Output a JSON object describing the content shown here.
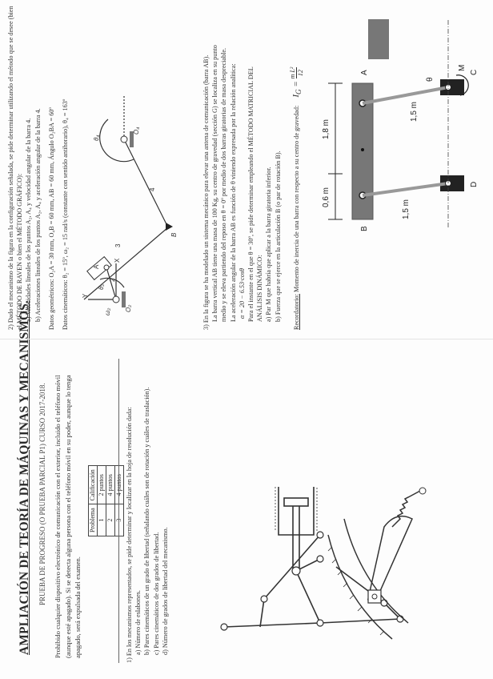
{
  "header": {
    "title": "AMPLIACIÓN DE TEORÍA DE MÁQUINAS Y MECANISMOS.",
    "subtitle": "PRUEBA DE PROGRESO (O PRUEBA PARCIAL P1) CURSO 2017-2018.",
    "rules": "Prohibido cualquier dispositivo electrónico de comunicación con el exterior, incluido el teléfono móvil (aunque esté apagado). Si se detecta alguna persona con el teléfono móvil en su poder, aunque lo tenga apagado, será expulsada del examen."
  },
  "grades_table": {
    "headers": [
      "Problema",
      "Calificación"
    ],
    "rows": [
      [
        "1",
        "2 puntos"
      ],
      [
        "2",
        "4 puntos"
      ],
      [
        "3",
        "4 puntos"
      ]
    ]
  },
  "problem1": {
    "number": "1)",
    "statement": "En los mecanismos representados, se pide determinar y localizar en la hoja de resolución dada:",
    "items": [
      "a)  Número de eslabones.",
      "b)  Pares cinemáticos de un grado de libertad (señalando cuáles son de rotación y cuáles de traslación).",
      "c)  Pares cinemáticos de dos grados de libertad.",
      "d)  Número de grados de libertad del mecanismo."
    ]
  },
  "problem2": {
    "number": "2)",
    "statement": "Dado el mecanismo de la figura en la configuración señalada, se pide determinar utilizando el método que se desee (bien el MÉTODO DE RAVEN o bien el MÉTODO GRÁFICO):",
    "items": [
      "a)  Velocidades lineales de los puntos A₂, A₄ y velocidad angular de la barra 4.",
      "b)  Aceleraciones lineales de los puntos A₂, A₄ y aceleración angular de la barra 4."
    ],
    "geometric_data": "Datos geométricos:  O₂A = 30 mm,   O₄B = 60 mm,   AB = 60 mm,   Ángulo O₂BA = 60º",
    "kinematic_data": "Datos cinemáticos:  θ₂ = 15º,    ω₂ = 15 rad/s  (constante con sentido antihorario),   θ₄ = 163º",
    "figure_labels": {
      "Y": "Y",
      "X": "X",
      "theta2": "θ₂",
      "omega2": "ω₂",
      "O2": "O₂",
      "A": "A",
      "B": "B",
      "O4": "O₄",
      "theta4": "θ₄",
      "link2": "2",
      "link3": "3",
      "link4": "4"
    }
  },
  "problem3": {
    "number": "3)",
    "lines": [
      "En la figura se ha modelado un sistema mecánico para elevar una antena de comunicación (barra AB).",
      "La barra vertical AB tiene una masa de 100 Kg, su centro de gravedad (sección G) se localiza en su punto",
      "medio y se eleva partiendo del reposo en θ = 0º por medio de dos barras giratorias de masa despreciable.",
      "La aceleración angular de la barra AB es función de θ viniendo expresada por la relación analítica:"
    ],
    "equation": "α = 20 − 6.53·cosθ",
    "line_after": "Para el instante en el que θ = 30º, se pide determinar empleando el MÉTODO MATRICIAL DEL",
    "line_after2": "ANÁLISIS DINÁMICO:",
    "items": [
      "a)  Par M que habría que aplicar a la barra giratoria inferior.",
      "b)  Fuerza que se ejerce en la articulación B (o par de rotación B)."
    ],
    "reminder_label": "Recordatorio:",
    "reminder_text": " Momento de inercia de una barra con respecto a su centro de gravedad:",
    "inertia_lhs": "I",
    "inertia_sub": "G",
    "inertia_num": "m L²",
    "inertia_den": "12",
    "figure_labels": {
      "dim1": "0,6 m",
      "dim2": "1,8 m",
      "A": "A",
      "B": "B",
      "C": "C",
      "D": "D",
      "M": "M",
      "theta": "θ",
      "link1": "1,5 m",
      "link2": "1,5 m"
    }
  }
}
